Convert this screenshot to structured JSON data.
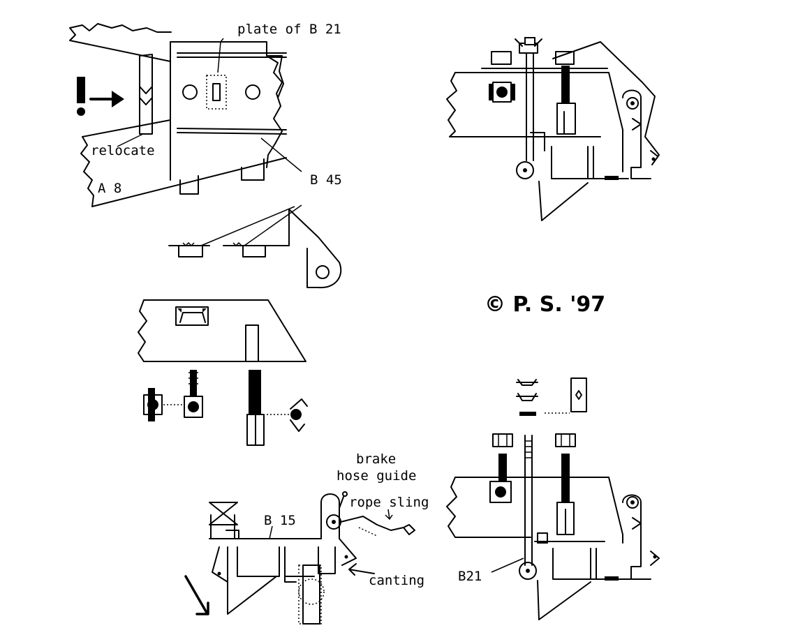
{
  "labels": {
    "plate_of_b21": "plate  of  B 21",
    "relocate": "relocate",
    "a8": "A 8",
    "b45": "B 45",
    "copyright": "© P. S. '97",
    "brake": "brake",
    "hose_guide": "hose guide",
    "rope_sling": "rope sling",
    "b15": "B 15",
    "canting": "canting",
    "b21": "B21"
  }
}
